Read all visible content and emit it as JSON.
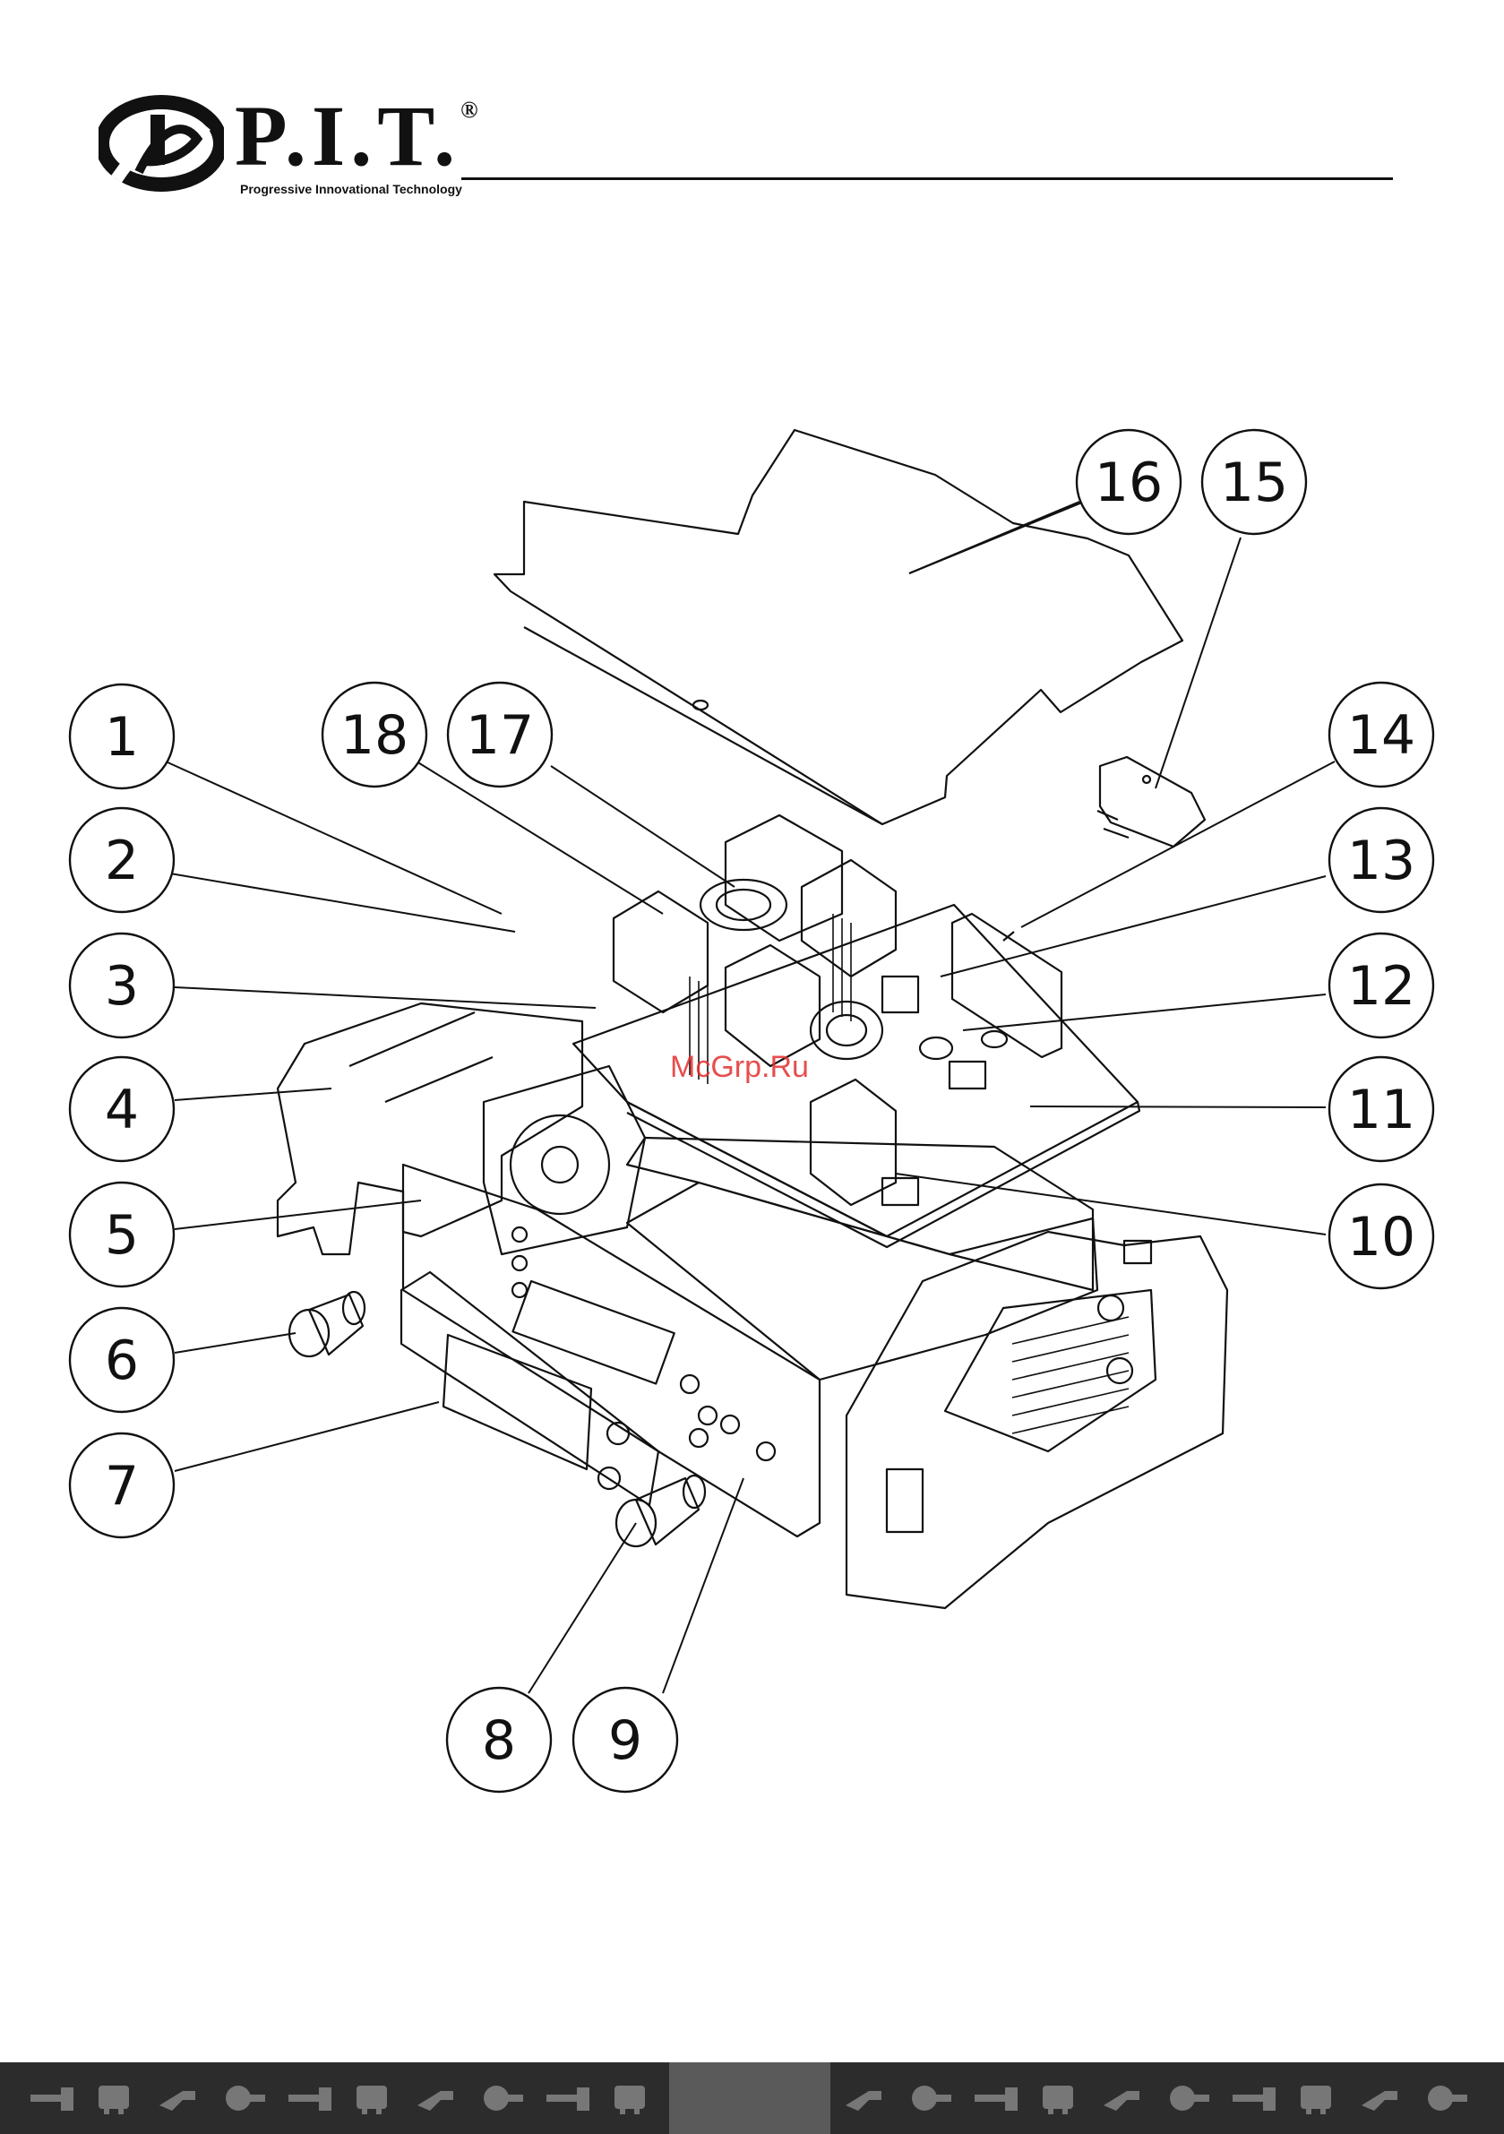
{
  "header": {
    "brand": "P.I.T.",
    "registered": "®",
    "tagline": "Progressive Innovational Technology"
  },
  "watermark": "McGrp.Ru",
  "diagram": {
    "callouts": [
      {
        "label": "1"
      },
      {
        "label": "2"
      },
      {
        "label": "3"
      },
      {
        "label": "4"
      },
      {
        "label": "5"
      },
      {
        "label": "6"
      },
      {
        "label": "7"
      },
      {
        "label": "8"
      },
      {
        "label": "9"
      },
      {
        "label": "10"
      },
      {
        "label": "11"
      },
      {
        "label": "12"
      },
      {
        "label": "13"
      },
      {
        "label": "14"
      },
      {
        "label": "15"
      },
      {
        "label": "16"
      },
      {
        "label": "17"
      },
      {
        "label": "18"
      }
    ]
  },
  "footer": {
    "icons": [
      "tool-icon",
      "tool-icon",
      "tool-icon",
      "tool-icon",
      "tool-icon",
      "tool-icon",
      "tool-icon",
      "tool-icon",
      "tool-icon",
      "tool-icon",
      "tool-icon",
      "tool-icon",
      "tool-icon",
      "tool-icon",
      "tool-icon",
      "tool-icon",
      "tool-icon",
      "tool-icon",
      "tool-icon",
      "tool-icon",
      "tool-icon",
      "tool-icon"
    ],
    "bg_color": "#2c2c2c"
  }
}
